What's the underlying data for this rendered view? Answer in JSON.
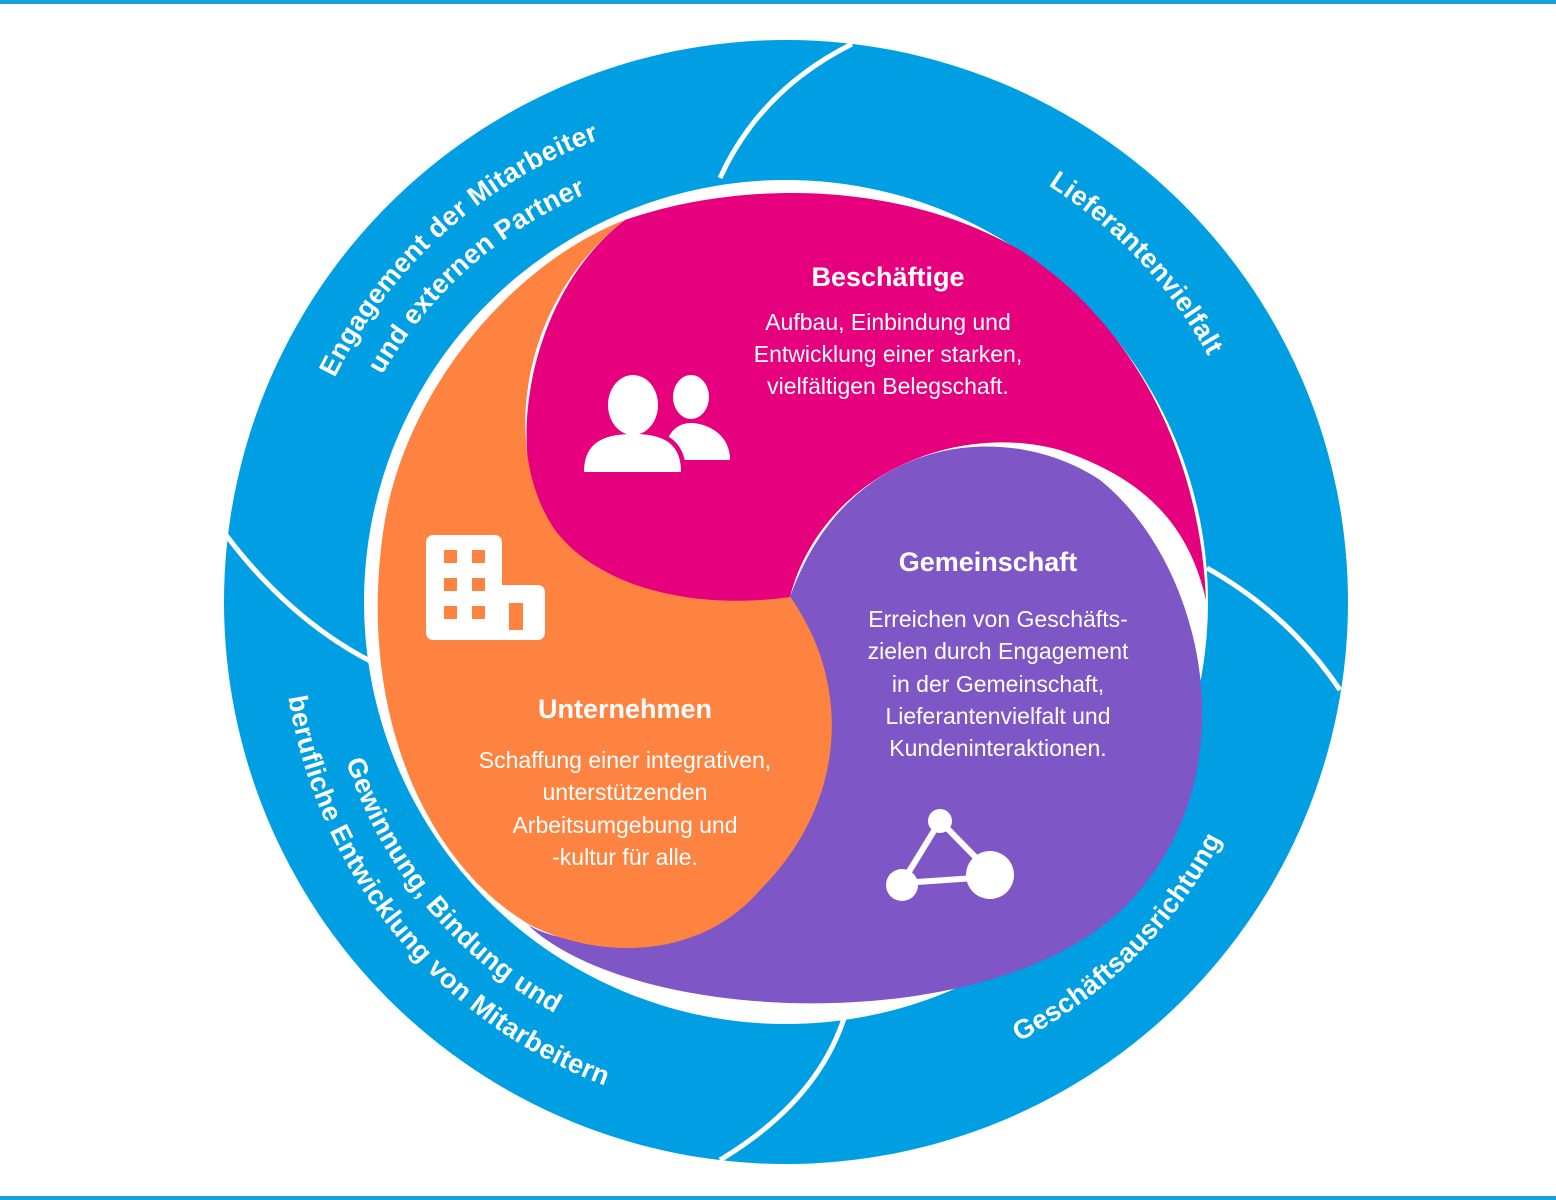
{
  "colors": {
    "ring": "#009fe3",
    "separator": "#ffffff",
    "employees": "#e6007e",
    "community": "#7f56c5",
    "company": "#ff8340",
    "rule": "#1aa0dd"
  },
  "outer_ring": {
    "segments": [
      {
        "label_line1": "Engagement der Mitarbeiter",
        "label_line2": "und externen Partner"
      },
      {
        "label_line1": "Lieferantenvielfalt"
      },
      {
        "label_line1": "Geschäftsausrichtung"
      },
      {
        "label_line1": "Gewinnung, Bindung und",
        "label_line2": "berufliche Entwicklung von Mitarbeitern"
      }
    ]
  },
  "inner": {
    "employees": {
      "title": "Beschäftige",
      "body": [
        "Aufbau, Einbindung und",
        "Entwicklung einer starken,",
        "vielfältigen Belegschaft."
      ],
      "icon": "people-icon"
    },
    "community": {
      "title": "Gemeinschaft",
      "body": [
        "Erreichen von Geschäfts-",
        "zielen durch Engagement",
        "in der Gemeinschaft,",
        "Lieferantenvielfalt und",
        "Kundeninteraktionen."
      ],
      "icon": "network-icon"
    },
    "company": {
      "title": "Unternehmen",
      "body": [
        "Schaffung einer integrativen,",
        "unterstützenden",
        "Arbeitsumgebung und",
        "-kultur für alle."
      ],
      "icon": "building-icon"
    }
  }
}
